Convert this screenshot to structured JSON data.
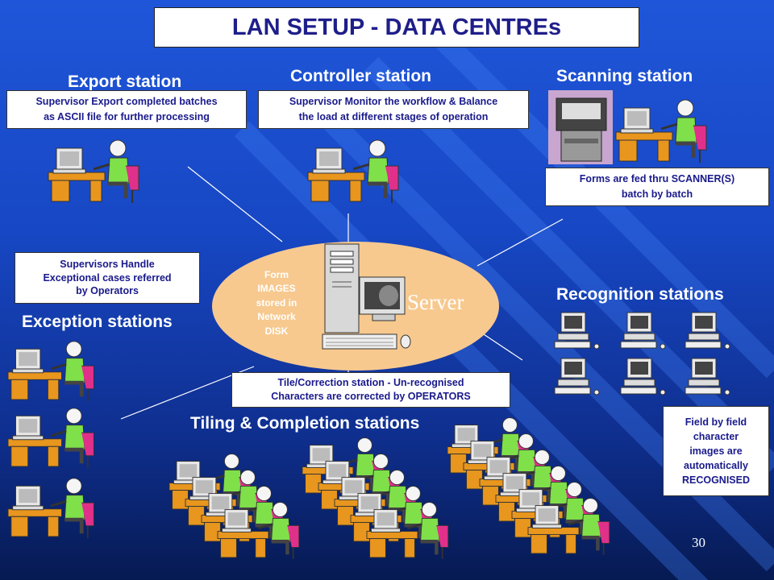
{
  "title": "LAN SETUP - DATA CENTREs",
  "headings": {
    "export": "Export  station",
    "controller": "Controller station",
    "scanning": "Scanning station",
    "recognition": "Recognition stations",
    "exception": "Exception stations",
    "tiling": "Tiling & Completion stations"
  },
  "notes": {
    "export_line1": "Supervisor Export completed batches",
    "export_line2": "as  ASCII file for further processing",
    "controller_line1": "Supervisor Monitor the workflow & Balance",
    "controller_line2": "the load at different stages of operation",
    "scanning_line1": "Forms are fed thru SCANNER(S)",
    "scanning_line2": "batch by batch",
    "exception_line1": "Supervisors Handle",
    "exception_line2": "Exceptional cases referred",
    "exception_line3": "by Operators",
    "tile_line1": "Tile/Correction station - Un-recognised",
    "tile_line2": "Characters are corrected by OPERATORS",
    "field_line1": "Field by field",
    "field_line2": "character",
    "field_line3": "images are",
    "field_line4": "automatically",
    "field_line5": "RECOGNISED"
  },
  "server": {
    "label": "Server",
    "form_line1": "Form",
    "form_line2": "IMAGES",
    "form_line3": "stored in",
    "form_line4": "Network",
    "form_line5": "DISK"
  },
  "page_number": "30",
  "colors": {
    "background_top": "#1f56d9",
    "background_bottom": "#061a52",
    "heading_text": "#ffffff",
    "note_text": "#1a1a8c",
    "ellipse": "#f7c98f",
    "desk": "#e8961e",
    "shirt": "#7fe04a",
    "chair": "#e0308a",
    "monitor": "#e8e8e8"
  }
}
